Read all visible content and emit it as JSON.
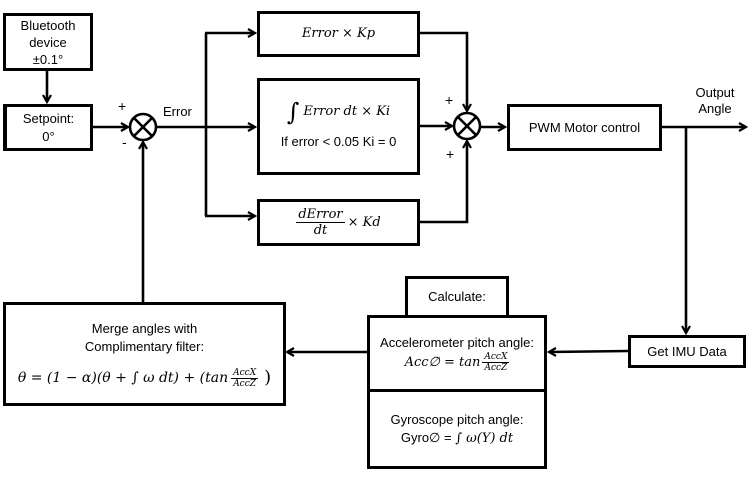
{
  "diagram": {
    "type": "PID control block diagram",
    "blocks": {
      "bluetooth": {
        "line1": "Bluetooth",
        "line2": "device",
        "line3": "±0.1°"
      },
      "setpoint": {
        "line1": "Setpoint:",
        "line2": "0°"
      },
      "proportional": {
        "formula": "Error × Kp"
      },
      "integral": {
        "integral_sign": "∫",
        "formula": "Error dt × Ki",
        "condition": "If error < 0.05 Ki = 0"
      },
      "derivative": {
        "numerator": "dError",
        "denominator": "dt",
        "suffix": "× Kd"
      },
      "pwm": {
        "label": "PWM Motor control"
      },
      "imu": {
        "label": "Get IMU Data"
      },
      "calculate_tab": {
        "label": "Calculate:"
      },
      "accelerometer": {
        "title": "Accelerometer pitch angle:",
        "lhs": "Acc∅ = tan",
        "numerator": "AccX",
        "denominator": "AccZ"
      },
      "gyroscope": {
        "title": "Gyroscope pitch angle:",
        "lhs": "Gyro∅ = ",
        "rhs": "∫ ω(Y) dt"
      },
      "merge": {
        "line1": "Merge angles with",
        "line2": "Complimentary filter:",
        "formula_a": "θ = (1 − α)(θ + ∫ ω dt) + (tan",
        "numerator": "AccX",
        "denominator": "AccZ",
        "formula_b": ")"
      }
    },
    "labels": {
      "error": "Error",
      "output_line1": "Output",
      "output_line2": "Angle",
      "sum1_plus": "+",
      "sum1_minus": "-",
      "sum2_top_plus": "+",
      "sum2_bottom_plus": "+"
    },
    "colors": {
      "stroke": "#000000",
      "background": "#ffffff"
    }
  }
}
